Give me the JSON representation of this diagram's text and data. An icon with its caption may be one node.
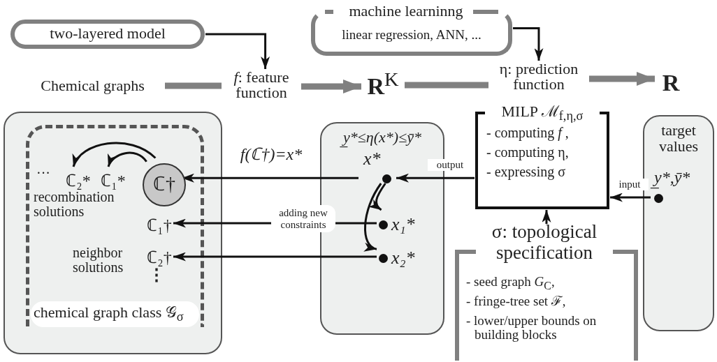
{
  "diagram": {
    "nodes": [
      {
        "text": [
          "two-layered model"
        ]
      },
      {
        "text": [
          "machine learninng",
          "linear regression, ANN, ..."
        ]
      },
      {
        "text": [
          "Chemical graphs"
        ]
      },
      {
        "text": [
          "*f*: feature function"
        ]
      },
      {
        "text": [
          "**R**$^{K}$"
        ]
      },
      {
        "text": [
          "η: prediction function"
        ]
      },
      {
        "text": [
          "R"
        ]
      },
      {
        "text": [],
        "shape": "box"
      },
      {
        "text": [
          "chemical graph class 𝒢$_{σ}$"
        ],
        "in": 7
      },
      {
        "text": [
          "ℂ†"
        ],
        "in": 8
      },
      {
        "text": [
          "ℂ₂*"
        ],
        "in": 8
      },
      {
        "text": [
          "ℂ₁*"
        ],
        "in": 8
      },
      {
        "text": [
          "ℂ₁†"
        ],
        "in": 8
      },
      {
        "text": [
          "ℂ₂†"
        ],
        "in": 8
      },
      {
        "text": [
          "y̲*≤η(x*)≤ȳ*"
        ]
      },
      {
        "text": [
          "x*"
        ],
        "in": 14
      },
      {
        "text": [
          "x₁*"
        ],
        "in": 14
      },
      {
        "text": [
          "x₂*"
        ],
        "in": 14
      },
      {
        "text": [
          "MILP ℳ$_{f,η,σ}$",
          "- computing *f* ,",
          "- computing η,",
          "- expressing σ"
        ]
      },
      {
        "text": [
          "target values"
        ]
      },
      {
        "text": [
          "y̲*,ȳ*"
        ],
        "in": 19
      },
      {
        "text": [
          "σ: topological specification",
          "- seed graph *G*$_{C}$,",
          "- fringe-tree set ℱ,",
          "- lower/upper bounds on building blocks"
        ]
      }
    ],
    "edges": [
      {
        "from": 0,
        "to": 3,
        "arrow": "to"
      },
      {
        "from": 1,
        "to": 5,
        "arrow": "to"
      },
      {
        "from": 2,
        "to": 3,
        "arrow": "none",
        "style": "thick",
        "color": "#808080"
      },
      {
        "from": 3,
        "to": 4,
        "arrow": "to",
        "style": "thick",
        "color": "#808080"
      },
      {
        "from": 4,
        "to": 5,
        "arrow": "none",
        "style": "thick",
        "color": "#808080"
      },
      {
        "from": 5,
        "to": 6,
        "arrow": "to",
        "style": "thick",
        "color": "#808080"
      },
      {
        "from": 15,
        "to": 9,
        "arrow": "to",
        "label": "f(ℂ†)=x*"
      },
      {
        "from": 15,
        "to": 16,
        "arrow": "to"
      },
      {
        "from": 15,
        "to": 17,
        "arrow": "to"
      },
      {
        "from": 16,
        "to": 12,
        "arrow": "to",
        "label": "adding new constraints"
      },
      {
        "from": 17,
        "to": 13,
        "arrow": "to"
      },
      {
        "from": 18,
        "to": 15,
        "arrow": "to",
        "label": "output"
      },
      {
        "from": 20,
        "to": 18,
        "arrow": "to",
        "label": "input"
      },
      {
        "from": 21,
        "to": 18,
        "arrow": "to"
      },
      {
        "from": 9,
        "to": 11,
        "arrow": "to"
      },
      {
        "from": 9,
        "to": 10,
        "arrow": "to"
      }
    ],
    "labels": [
      "···",
      "recombination solutions",
      "neighbor solutions",
      "⋮"
    ]
  }
}
